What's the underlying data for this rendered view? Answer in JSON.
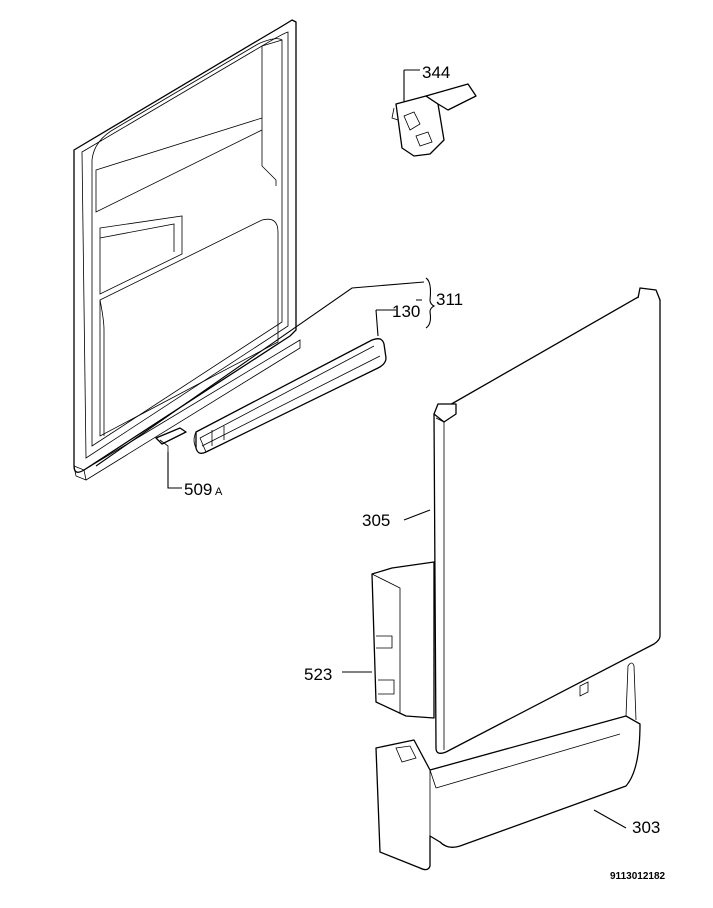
{
  "labels": {
    "p344": "344",
    "p311": "311",
    "p130": "130",
    "p509_num": "509",
    "p509_suffix": "A",
    "p305": "305",
    "p523": "523",
    "p303": "303"
  },
  "drawing_ref": "9113012182"
}
